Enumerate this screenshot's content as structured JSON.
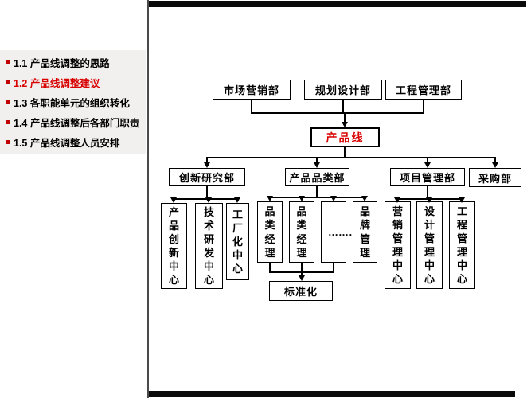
{
  "agenda": {
    "items": [
      {
        "label": "1.1 产品线调整的思路",
        "active": false
      },
      {
        "label": "1.2 产品线调整建议",
        "active": true
      },
      {
        "label": "1.3 各职能单元的组织转化",
        "active": false
      },
      {
        "label": "1.4 产品线调整后各部门职责",
        "active": false
      },
      {
        "label": "1.5 产品线调整人员安排",
        "active": false
      }
    ]
  },
  "org": {
    "top_row": [
      {
        "label": "市场营销部"
      },
      {
        "label": "规划设计部"
      },
      {
        "label": "工程管理部"
      }
    ],
    "root": {
      "label": "产品线"
    },
    "level2": [
      {
        "label": "创新研究部"
      },
      {
        "label": "产品品类部"
      },
      {
        "label": "项目管理部"
      },
      {
        "label": "采购部"
      }
    ],
    "innovation_children": [
      {
        "label": "产品创新中心"
      },
      {
        "label": "技术研发中心"
      },
      {
        "label": "工厂化中心"
      }
    ],
    "category_children": [
      {
        "label": "品类经理"
      },
      {
        "label": "品类经理"
      },
      {
        "label": "…………"
      },
      {
        "label": "品牌管理"
      }
    ],
    "project_children": [
      {
        "label": "营销管理中心"
      },
      {
        "label": "设计管理中心"
      },
      {
        "label": "工程管理中心"
      }
    ],
    "standard": {
      "label": "标准化"
    }
  },
  "colors": {
    "accent_red": "#d90000",
    "bullet_red": "#c00000",
    "panel_gray": "#f1f0ee",
    "line_black": "#000000"
  }
}
